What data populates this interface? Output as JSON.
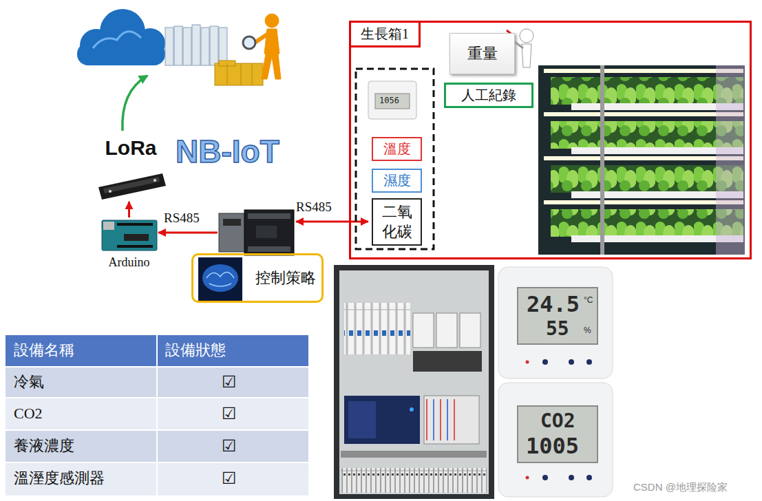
{
  "diagram": {
    "nodes": [
      {
        "text": [
          "生長箱1"
        ]
      },
      {
        "text": [
          "重量"
        ],
        "in": 0
      },
      {
        "text": [
          "人工紀錄"
        ],
        "in": 0
      },
      {
        "text": [
          "溫度"
        ],
        "in": 0
      },
      {
        "text": [
          "濕度"
        ],
        "in": 0
      },
      {
        "text": [
          "二氧化碳"
        ],
        "in": 0
      },
      {
        "text": [
          "控制策略"
        ]
      },
      {
        "text": [
          "LoRa"
        ]
      },
      {
        "text": [
          "Arduino"
        ]
      }
    ],
    "edges": [
      {
        "from": 8,
        "to": 7,
        "arrow": "to"
      }
    ],
    "labels": [
      "NB-IoT",
      "RS485",
      "RS485",
      "1056",
      "設備名稱",
      "設備狀態",
      "冷氣",
      "☑",
      "CO2",
      "☑",
      "養液濃度",
      "☑",
      "溫溼度感測器",
      "☑",
      "24.5",
      "°C",
      "55",
      "%",
      "CO2",
      "1005",
      "CSDN @地理探险家"
    ]
  }
}
